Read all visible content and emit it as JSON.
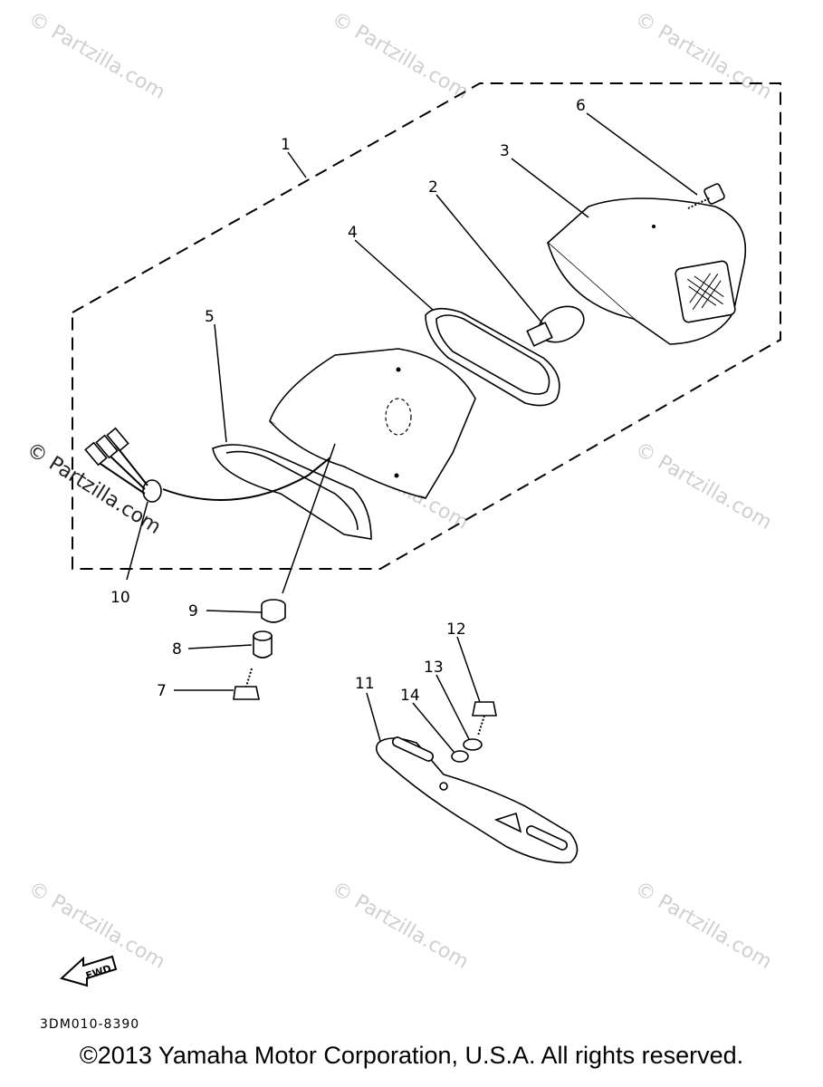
{
  "callouts": [
    "1",
    "2",
    "3",
    "4",
    "5",
    "6",
    "7",
    "8",
    "9",
    "10",
    "11",
    "12",
    "13",
    "14"
  ],
  "watermarks": [
    "© Partzilla.com"
  ],
  "fwd_label": "FWD",
  "diagram_code": "3DM010-8390",
  "copyright": "©2013  Yamaha Motor Corporation, U.S.A. All rights reserved."
}
